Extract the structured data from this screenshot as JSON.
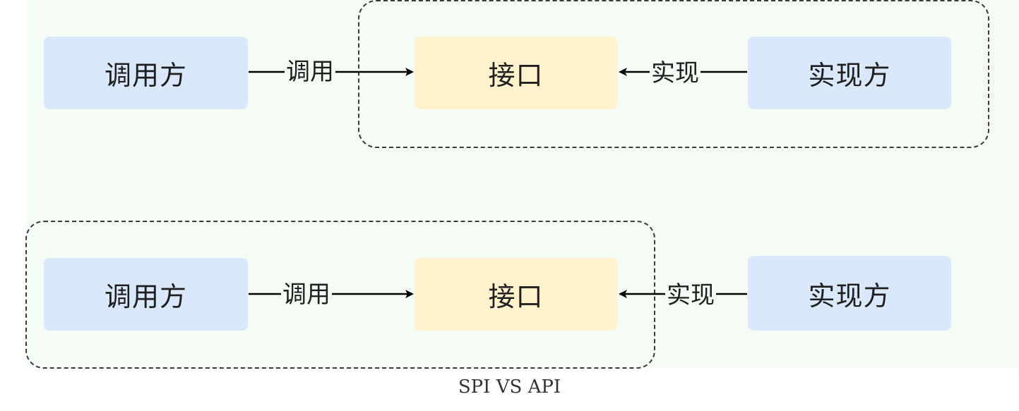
{
  "diagram": {
    "caption": "SPI VS API",
    "row1": {
      "caller": "调用方",
      "interface": "接口",
      "implementer": "实现方",
      "call_label": "调用",
      "impl_label": "实现"
    },
    "row2": {
      "caller": "调用方",
      "interface": "接口",
      "implementer": "实现方",
      "call_label": "调用",
      "impl_label": "实现"
    },
    "colors": {
      "caller_fill": "#dae8fc",
      "interface_fill": "#fff2cc",
      "implementer_fill": "#dae8fc",
      "background": "#f5fcf5",
      "line": "#000000"
    }
  }
}
